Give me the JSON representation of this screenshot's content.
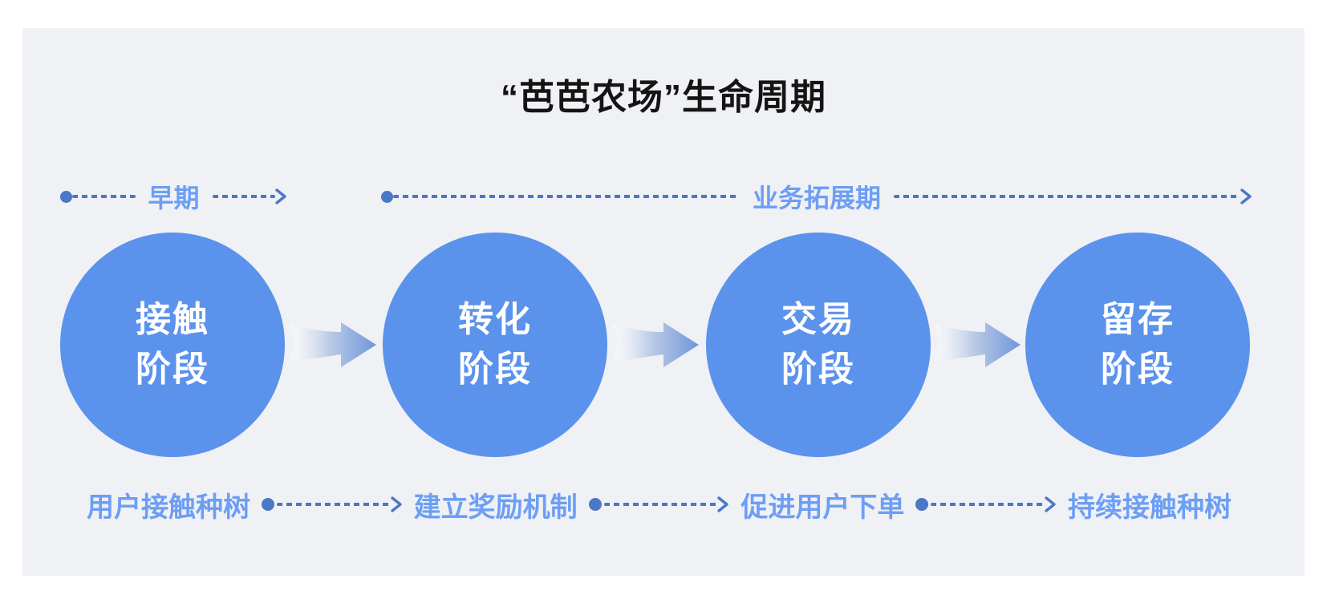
{
  "title": "“芭芭农场”生命周期",
  "timelines": {
    "early": "早期",
    "expansion": "业务拓展期"
  },
  "stages": [
    {
      "name_line1": "接触",
      "name_line2": "阶段",
      "caption": "用户接触种树"
    },
    {
      "name_line1": "转化",
      "name_line2": "阶段",
      "caption": "建立奖励机制"
    },
    {
      "name_line1": "交易",
      "name_line2": "阶段",
      "caption": "促进用户下单"
    },
    {
      "name_line1": "留存",
      "name_line2": "阶段",
      "caption": "持续接触种树"
    }
  ],
  "colors": {
    "panel_background": "#eff1f5",
    "circle_fill": "#5b92ec",
    "circle_text": "#ffffff",
    "dotted_line": "#4a77c6",
    "phase_label": "#6d9ef5",
    "caption_text": "#6d9ef5",
    "title_text": "#141414",
    "arrow_gradient_start": "#ffffff",
    "arrow_gradient_end": "#6e97da"
  }
}
